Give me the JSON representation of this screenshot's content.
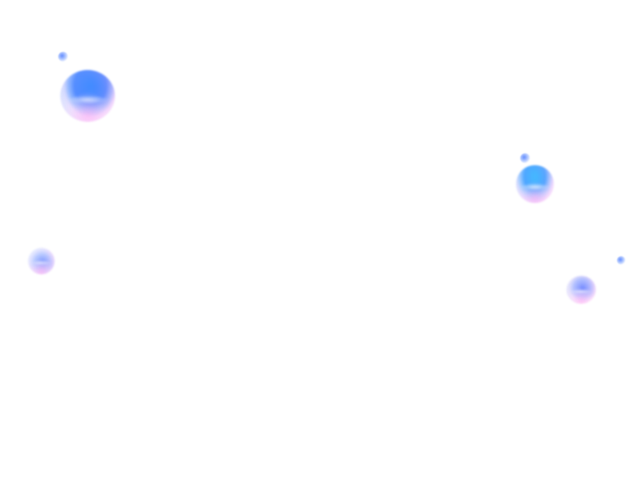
{
  "scene": {
    "background": "#ffffff",
    "bubble_colors": {
      "blue": "#4b86ff",
      "cyan": "#3cb6ff",
      "violet": "#5b6cff",
      "pink_reflection": "#ffb4f5"
    },
    "bubbles": [
      {
        "name": "large-bubble-top-left",
        "color": "blue"
      },
      {
        "name": "medium-bubble-right",
        "color": "cyan"
      },
      {
        "name": "small-bubble-left",
        "color": "violet"
      },
      {
        "name": "small-bubble-right",
        "color": "violet"
      }
    ],
    "droplets_count": 3
  }
}
